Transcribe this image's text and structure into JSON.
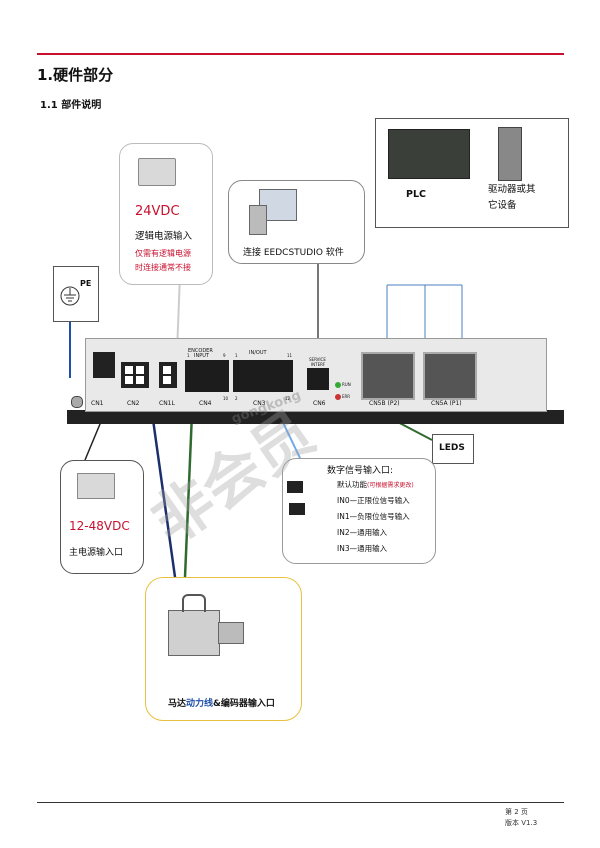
{
  "heading": "1.硬件部分",
  "subheading": "1.1 部件说明",
  "callouts": {
    "logic_power": {
      "voltage": "24VDC",
      "label": "逻辑电源输入",
      "note1": "仅需有逻辑电源",
      "note2": "时连接通常不接"
    },
    "software": {
      "label": "连接 EEDCSTUDIO 软件"
    },
    "plc": {
      "plc_label": "PLC",
      "driver_label1": "驱动器或其",
      "driver_label2": "它设备"
    },
    "pe": {
      "label": "PE"
    },
    "main_power": {
      "voltage": "12-48VDC",
      "label": "主电源输入口"
    },
    "leds": {
      "label": "LEDS"
    },
    "digital_input": {
      "title": "数字信号输入口:",
      "default": "默认功能",
      "default_note": "(可根据需求更改)",
      "in0": "IN0—正限位信号输入",
      "in1": "IN1—负限位信号输入",
      "in2": "IN2—通用输入",
      "in3": "IN3—通用输入"
    },
    "motor": {
      "label_a": "马达",
      "label_b": "动力线",
      "label_c": "&编码器输入口"
    }
  },
  "device": {
    "encoder_label": "ENCODER",
    "encoder_input": "INPUT",
    "io_label": "IN/OUT",
    "service_label": "SERVICE",
    "service_label2": "INTERF",
    "run_label": "RUN",
    "err_label": "ERR",
    "pin1": "1",
    "pin9": "9",
    "pin10": "10",
    "pin11": "11",
    "pin2": "2",
    "pin12": "12",
    "pin1b": "1",
    "ports": [
      "CN1",
      "CN2",
      "CN1L",
      "CN4",
      "CN3",
      "CN6",
      "CN5B (P2)",
      "CN5A (P1)"
    ]
  },
  "watermark": {
    "text1": "非会员",
    "text2": "gongkong"
  },
  "footer": {
    "page": "第 2 页",
    "version": "版本 V1.3"
  }
}
